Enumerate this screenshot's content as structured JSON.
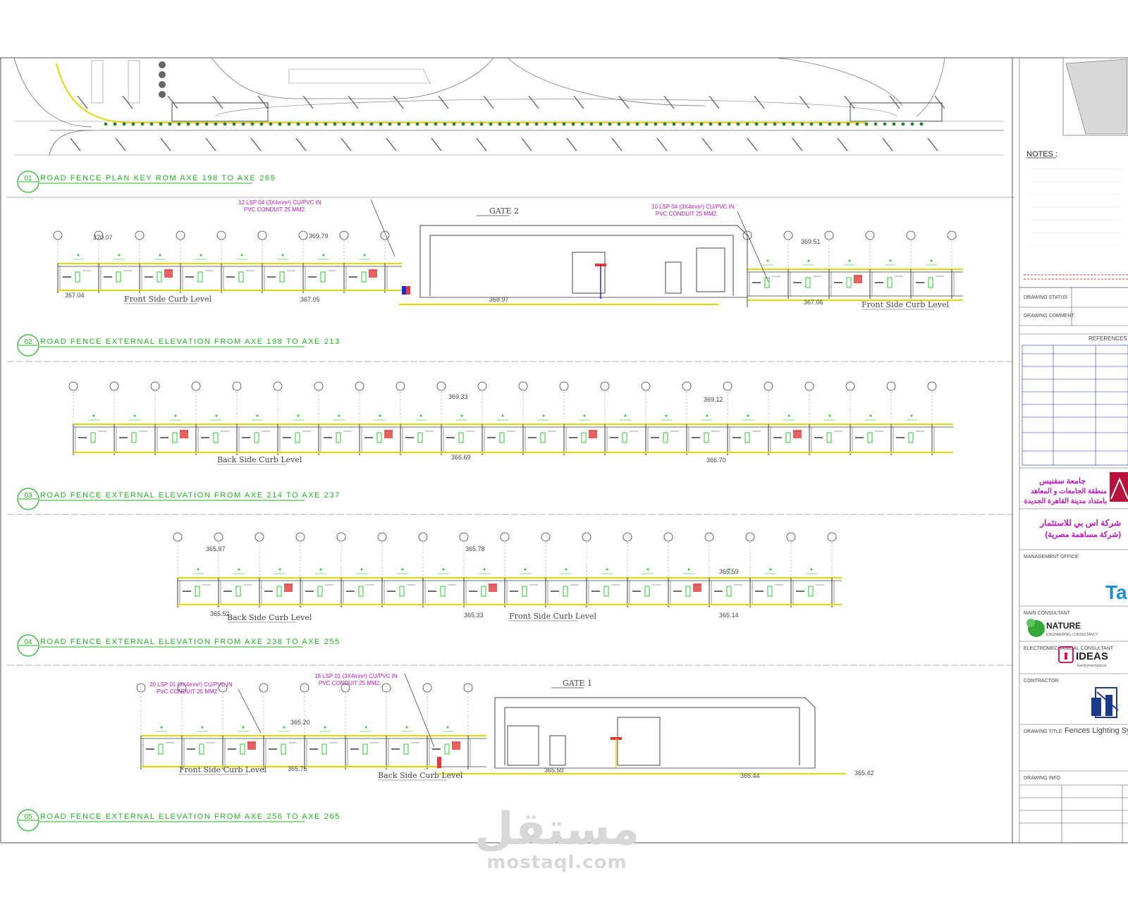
{
  "sections": [
    {
      "num": "01",
      "title": "ROAD FENCE PLAN KEY ROM AXE 198 TO AXE 265"
    },
    {
      "num": "02",
      "title": "ROAD FENCE EXTERNAL ELEVATION FROM AXE 198 TO AXE 213"
    },
    {
      "num": "03",
      "title": "ROAD FENCE EXTERNAL ELEVATION FROM AXE 214 TO AXE 237"
    },
    {
      "num": "04",
      "title": "ROAD FENCE EXTERNAL ELEVATION FROM AXE 238 TO AXE 255"
    },
    {
      "num": "05",
      "title": "ROAD FENCE EXTERNAL ELEVATION FROM AXE 256 TO AXE 265"
    }
  ],
  "gates": {
    "gate2": "GATE 2",
    "gate1": "GATE 1"
  },
  "annotations": {
    "cable_a": "12 LSP 04 (3X4mm²) CU/PVC IN",
    "cable_a2": "PVC CONDUIT 25 MM2.",
    "cable_b": "10 LSP 04 (3X4mm²) CU/PVC IN",
    "cable_b2": "PVC CONDUIT 25 MM2.",
    "cable_c": "20 LSP 01 (3X4mm²) CU/PVC IN",
    "cable_c2": "PVC CONDUIT 25 MM2.",
    "cable_d": "18 LSP 01 (3X4mm²) CU/PVC IN",
    "cable_d2": "PVC CONDUIT 25 MM2."
  },
  "curb_labels": {
    "front": "Front Side Curb Level",
    "back": "Back Side Curb Level"
  },
  "levels": {
    "s2": [
      "370.07",
      "367.04",
      "367.05",
      "368.97",
      "369.51",
      "367.06",
      "369.79"
    ],
    "s3": [
      "369.33",
      "366.69",
      "369.12",
      "366.70"
    ],
    "s4": [
      "365.97",
      "365.52",
      "365.78",
      "365.33",
      "365.59",
      "365.14"
    ],
    "s5": [
      "365.20",
      "365.75",
      "365.50",
      "365.42",
      "365.44"
    ]
  },
  "title_block": {
    "notes": "NOTES :",
    "drawing_status": "DRAWING STATUS",
    "drawing_comment": "DRAWING COMMENT",
    "references": "REFERENCES",
    "client_ar_1": "جامعة سفنيس",
    "client_ar_2": "منطقة الجامعات و المعاهد",
    "client_ar_3": "بامتداد مدينة القاهرة الجديدة",
    "owner_ar_1": "شركة اس بي للاستثمار",
    "owner_ar_2": "(شركة مساهمة مصرية)",
    "management": "MANAGEMENT OFFICE",
    "mgmt_logo": "Ta",
    "main_consultant": "MAIN CONSULTANT",
    "nature": "NATURE",
    "nature_sub": "ENGINEERING CONSULTANCY",
    "electro_consultant": "ELECTROMECHANICAL CONSULTANT",
    "ideas": "IDEAS",
    "ideas_sub": "Electromechanical",
    "contractor": "CONTRACTOR",
    "drawing_title_label": "DRAWING TITLE",
    "drawing_title": "Fences Lighting Sy",
    "drawing_info": "DRAWING INFO"
  },
  "watermark": {
    "ar": "مستقل",
    "en": "mostaql.com"
  },
  "colors": {
    "line": "#3a3a3a",
    "axis_line": "#777777",
    "section_title": "#1fb61f",
    "yellow": "#e5d800",
    "dim_green": "#2ec82e",
    "magenta": "#c014c0",
    "red": "#e23b3b",
    "blue": "#1c2cd0"
  }
}
